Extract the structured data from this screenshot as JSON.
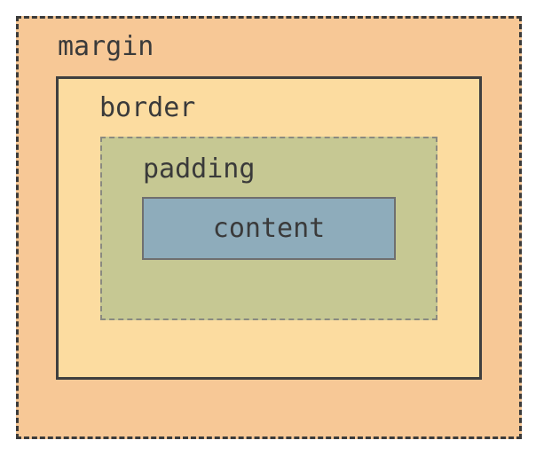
{
  "diagram": {
    "layers": {
      "margin": {
        "label": "margin",
        "color": "#f7c896"
      },
      "border": {
        "label": "border",
        "color": "#fcdca0"
      },
      "padding": {
        "label": "padding",
        "color": "#c6c893"
      },
      "content": {
        "label": "content",
        "color": "#8eacbb"
      }
    }
  }
}
